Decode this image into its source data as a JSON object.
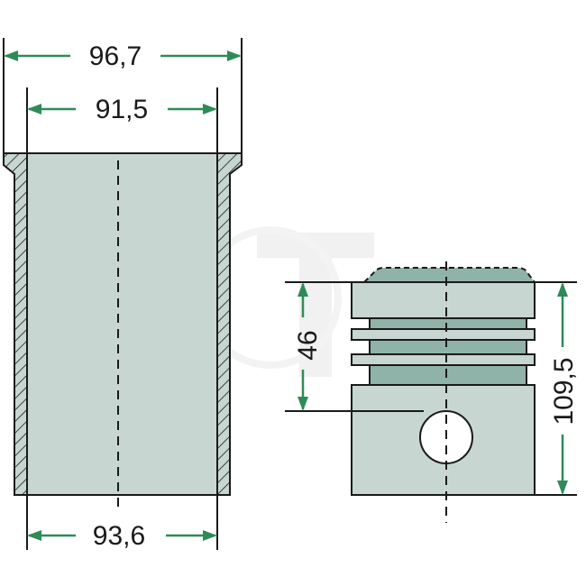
{
  "colors": {
    "dimension": "#2e8b57",
    "outline": "#1a1a1a",
    "body_fill": "#c7d6d1",
    "ring_fill": "#8fb3a8",
    "watermark": "#f1f1f1"
  },
  "dimensions": {
    "liner_flange_outer": "96,7",
    "liner_bore": "91,5",
    "liner_outer": "93,6",
    "piston_pin_height": "46",
    "piston_total_height": "109,5"
  }
}
